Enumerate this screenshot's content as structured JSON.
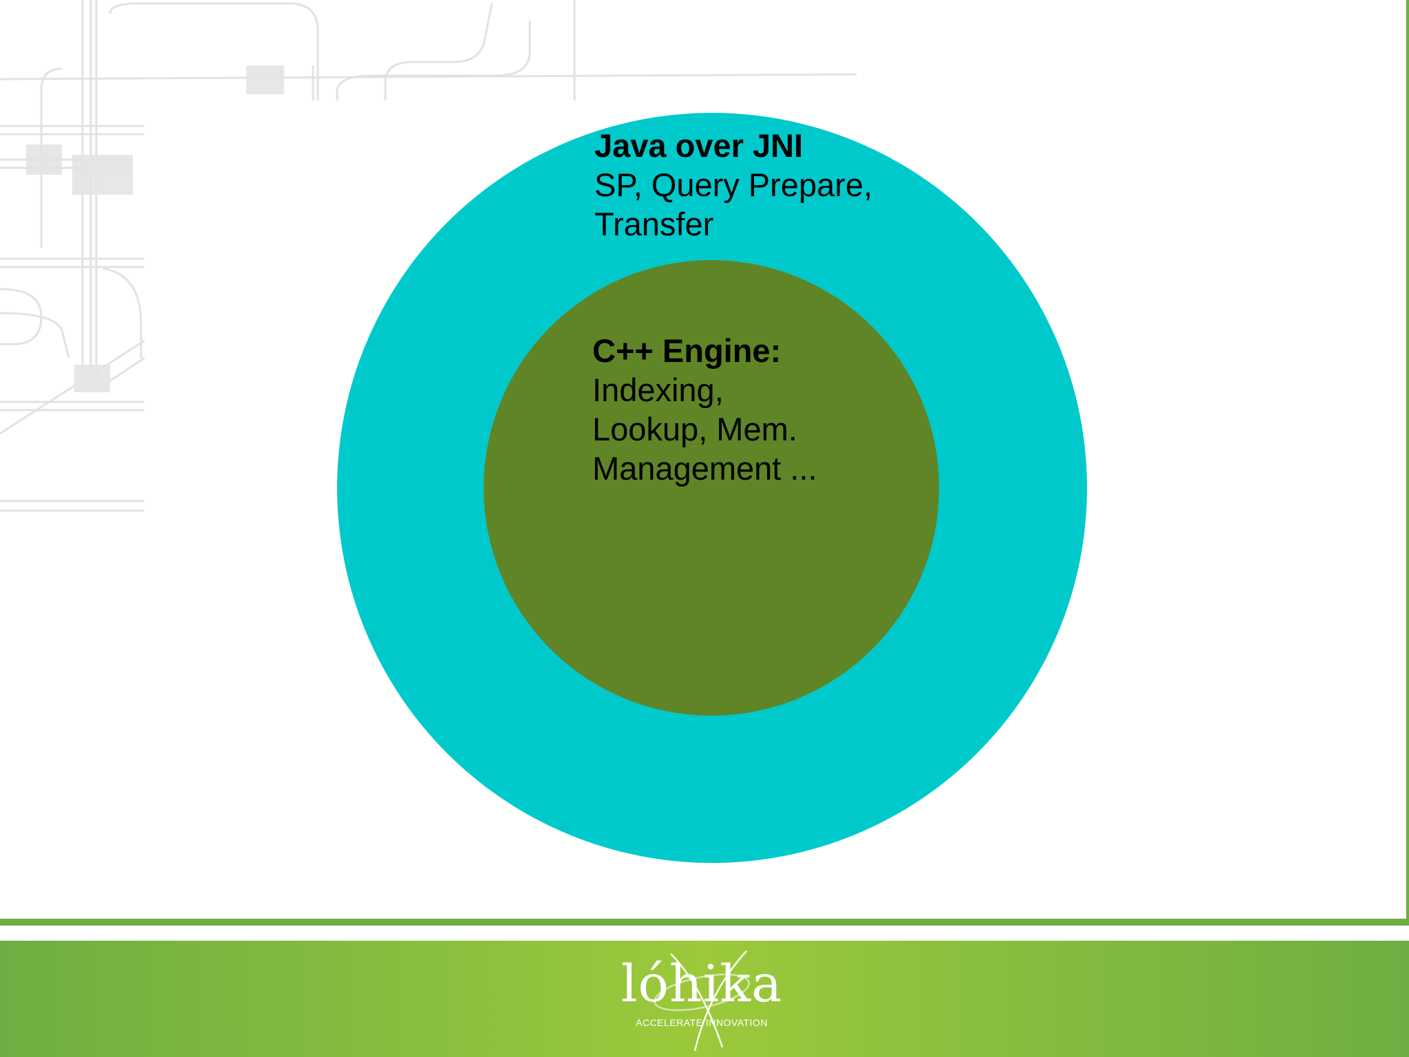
{
  "outer": {
    "title": "Java over JNI",
    "lines": [
      "SP, Query Prepare,",
      "Transfer"
    ],
    "color": "#00C9CC"
  },
  "inner": {
    "title": "C++ Engine:",
    "lines": [
      "Indexing,",
      "Lookup, Mem.",
      "Management ..."
    ],
    "color": "#5F8526"
  },
  "footer": {
    "logo_text": "lóhika",
    "tagline": "ACCELERATE INNOVATION",
    "band_color": "#6DAE42",
    "band_highlight": "#9CC93B",
    "line_color": "#6DAE42"
  },
  "decoration": {
    "line_color": "#DEDEDE"
  }
}
